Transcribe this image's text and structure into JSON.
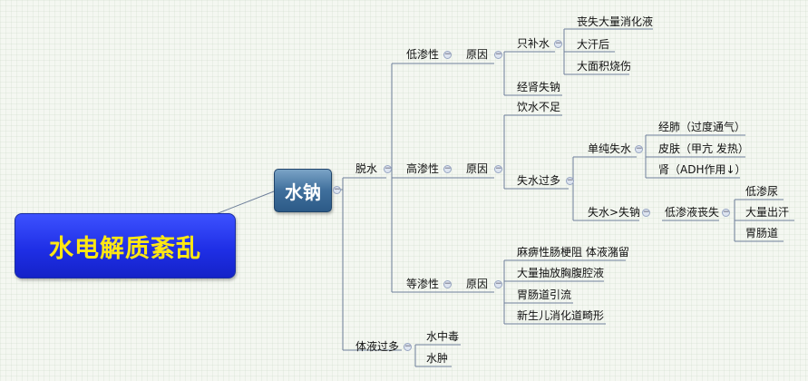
{
  "root": "水电解质紊乱",
  "main": "水钠",
  "nodes": {
    "dehydration": "脱水",
    "hypotonic": "低渗性",
    "hypo_cause": "原因",
    "only_water": "只补水",
    "lose_digestive": "丧失大量消化液",
    "sweat": "大汗后",
    "burn": "大面积烧伤",
    "renal_sodium": "经肾失钠",
    "hypertonic": "高渗性",
    "hyper_cause": "原因",
    "insufficient": "饮水不足",
    "excess_loss": "失水过多",
    "pure_water_loss": "单纯失水",
    "lung": "经肺（过度通气）",
    "skin": "皮肤（甲亢 发热）",
    "kidney": "肾（ADH作用↓）",
    "water_gt_sodium": "失水>失钠",
    "hypo_fluid_loss": "低渗液丧失",
    "hypo_urine": "低渗尿",
    "sweating": "大量出汗",
    "gi_tract": "胃肠道",
    "isotonic": "等渗性",
    "iso_cause": "原因",
    "ileus": "麻痹性肠梗阻 体液潴留",
    "drainage": "大量抽放胸腹腔液",
    "gi_drain": "胃肠道引流",
    "newborn": "新生儿消化道畸形",
    "fluid_excess": "体液过多",
    "water_intox": "水中毒",
    "edema": "水肿"
  }
}
